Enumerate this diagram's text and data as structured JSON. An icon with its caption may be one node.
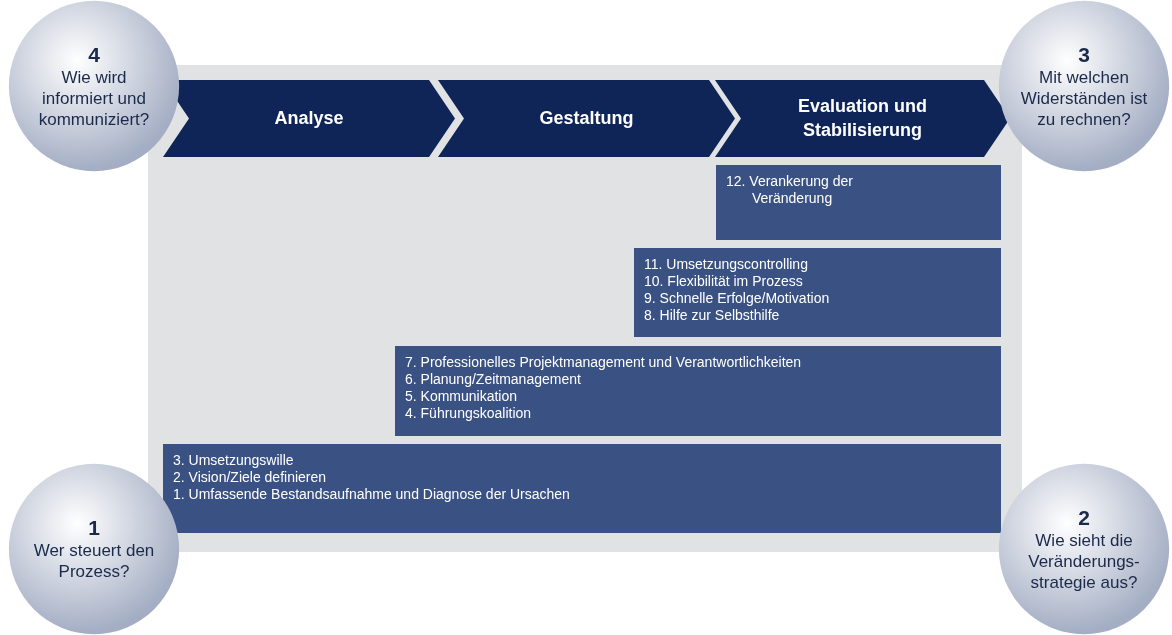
{
  "diagram": {
    "nodes": [
      {
        "text": [
          "4",
          "Wie wird informiert und kommuniziert?"
        ]
      },
      {
        "text": [
          "Analyse"
        ]
      },
      {
        "text": [
          "Gestaltung"
        ]
      },
      {
        "text": [
          "Evaluation und Stabilisierung"
        ]
      },
      {
        "text": [
          "3",
          "Mit welchen Widerständen ist zu rechnen?"
        ]
      },
      {
        "text": [
          "12. Verankerung der Veränderung"
        ]
      },
      {
        "text": [
          "11. Umsetzungscontrolling",
          "10. Flexibilität im Prozess",
          "9. Schnelle Erfolge/Motivation",
          "8. Hilfe zur Selbsthilfe"
        ]
      },
      {
        "text": [
          "7. Professionelles Projektmanagement und Verantwortlichkeiten",
          "6. Planung/Zeitmanagement",
          "5. Kommunikation",
          "4. Führungskoalition"
        ]
      },
      {
        "text": [
          "3. Umsetzungswille",
          "2. Vision/Ziele definieren",
          "1. Umfassende Bestandsaufnahme und Diagnose der Ursachen"
        ]
      },
      {
        "text": [
          "1",
          "Wer steuert den Prozess?"
        ]
      },
      {
        "text": [
          "2",
          "Wie sieht die Veränderungs-strategie aus?"
        ]
      }
    ]
  }
}
